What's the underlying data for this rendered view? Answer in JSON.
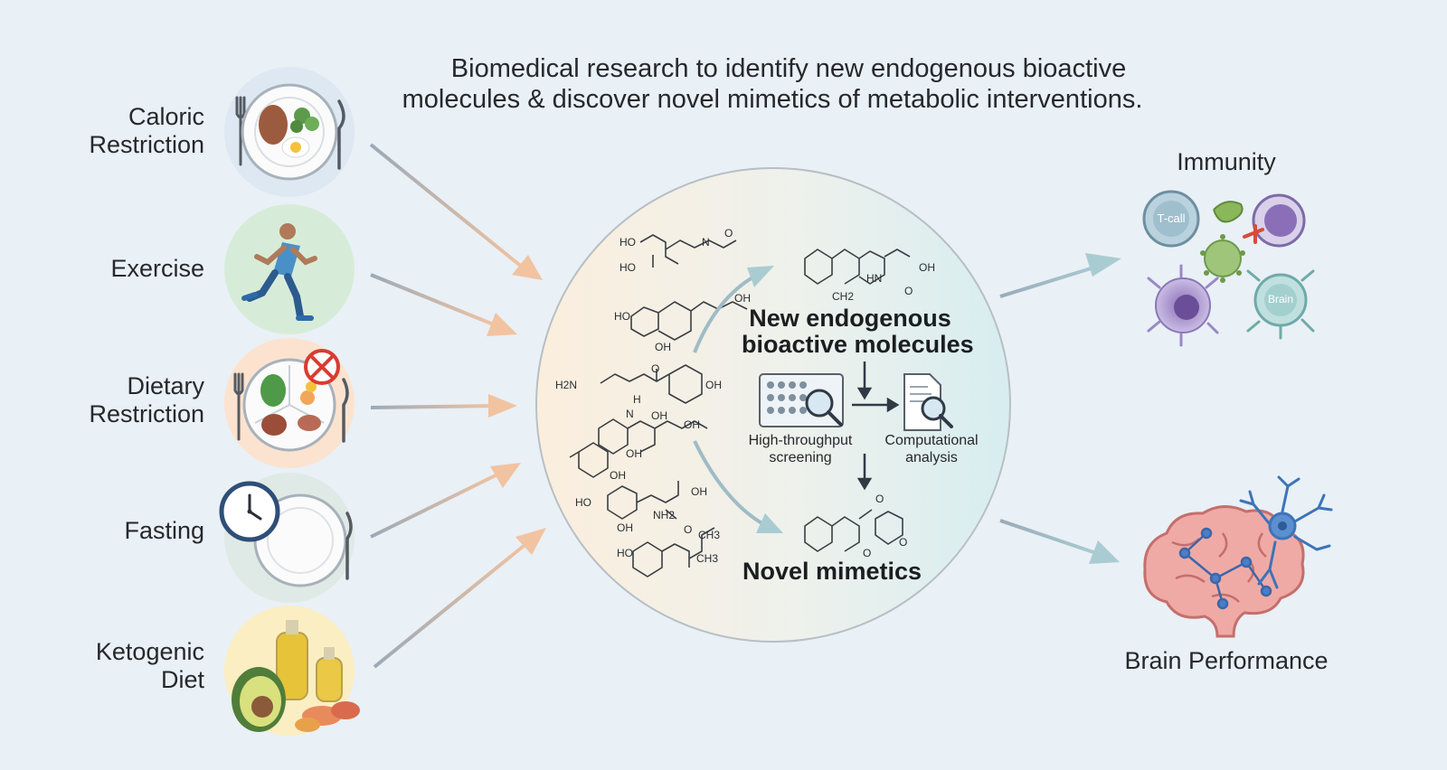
{
  "title": {
    "line1": "Biomedical research to identify new endogenous bioactive",
    "line2": "molecules & discover novel mimetics of metabolic interventions."
  },
  "interventions": [
    {
      "line1": "Caloric",
      "line2": "Restriction",
      "icon": "plate-meal-icon"
    },
    {
      "line1": "Exercise",
      "line2": "",
      "icon": "runner-icon"
    },
    {
      "line1": "Dietary",
      "line2": "Restriction",
      "icon": "restricted-plate-icon"
    },
    {
      "line1": "Fasting",
      "line2": "",
      "icon": "clock-plate-icon"
    },
    {
      "line1": "Ketogenic",
      "line2": "Diet",
      "icon": "avocado-oil-icon"
    }
  ],
  "center": {
    "new_line1": "New endogenous",
    "new_line2": "bioactive molecules",
    "hts_line1": "High-throughput",
    "hts_line2": "screening",
    "comp_line1": "Computational",
    "comp_line2": "analysis",
    "mimetics": "Novel mimetics"
  },
  "chem": {
    "ho": "HO",
    "oh": "OH",
    "o": "O",
    "n": "N",
    "h2n": "H2N",
    "nh2": "NH2",
    "hn": "HN",
    "ch2": "CH2",
    "ch3": "CH3",
    "h": "H"
  },
  "outcomes": {
    "immunity": "Immunity",
    "tcell": "T-call",
    "brain_cell": "Brain",
    "brain": "Brain Performance"
  },
  "colors": {
    "background": "#e9f0f6",
    "arrow_orange": "#f2c3a0",
    "arrow_teal": "#a9ccd2",
    "circle_warm": "#fbeedd",
    "circle_cool": "#d7edf0"
  }
}
